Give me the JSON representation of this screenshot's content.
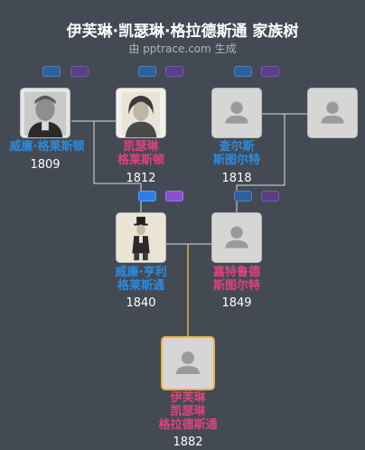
{
  "header": {
    "title": "伊芙琳·凯瑟琳·格拉德斯通 家族树",
    "subtitle": "由 pptrace.com 生成"
  },
  "colors": {
    "male": "#2b8be0",
    "female": "#e0427e",
    "selected_border": "#e5b43c",
    "line": "#d9dde3",
    "line_selected": "#e5b43c"
  },
  "people": {
    "william_ewart": {
      "lines": [
        "威廉·格莱斯顿"
      ],
      "year": "1809",
      "gender": "male",
      "photo": "portrait-photo"
    },
    "catherine": {
      "lines": [
        "凯瑟琳",
        "格莱斯顿"
      ],
      "year": "1812",
      "gender": "female",
      "photo": "portrait-photo"
    },
    "charles_stuart": {
      "lines": [
        "查尔斯",
        "斯图尔特"
      ],
      "year": "1818",
      "gender": "male",
      "photo": "placeholder-avatar"
    },
    "unknown_spouse": {
      "lines": [],
      "year": "",
      "gender": "unknown",
      "photo": "placeholder-avatar"
    },
    "william_henry": {
      "lines": [
        "威廉·亨利",
        "格莱斯通"
      ],
      "year": "1840",
      "gender": "male",
      "photo": "portrait-photo"
    },
    "gertrude": {
      "lines": [
        "嘉特鲁德",
        "斯图尔特"
      ],
      "year": "1849",
      "gender": "female",
      "photo": "placeholder-avatar"
    },
    "evelyn": {
      "lines": [
        "伊芙琳",
        "凯瑟琳",
        "格拉德斯通"
      ],
      "year": "1882",
      "gender": "female",
      "photo": "placeholder-avatar",
      "selected": true
    }
  }
}
